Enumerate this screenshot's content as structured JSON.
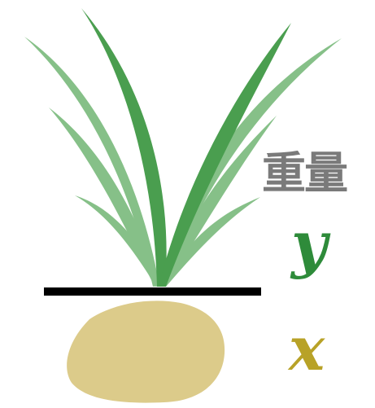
{
  "labels": {
    "weight": "重量",
    "shoot_var": "y",
    "root_var": "x"
  },
  "colors": {
    "weight_text": "#7a7a7a",
    "shoot_var": "#2e8b3a",
    "root_var": "#b8a227",
    "leaf_dark": "#4a9e4f",
    "leaf_light": "#86c088",
    "ground_line": "#000000",
    "tuber": "#dccb8a"
  }
}
